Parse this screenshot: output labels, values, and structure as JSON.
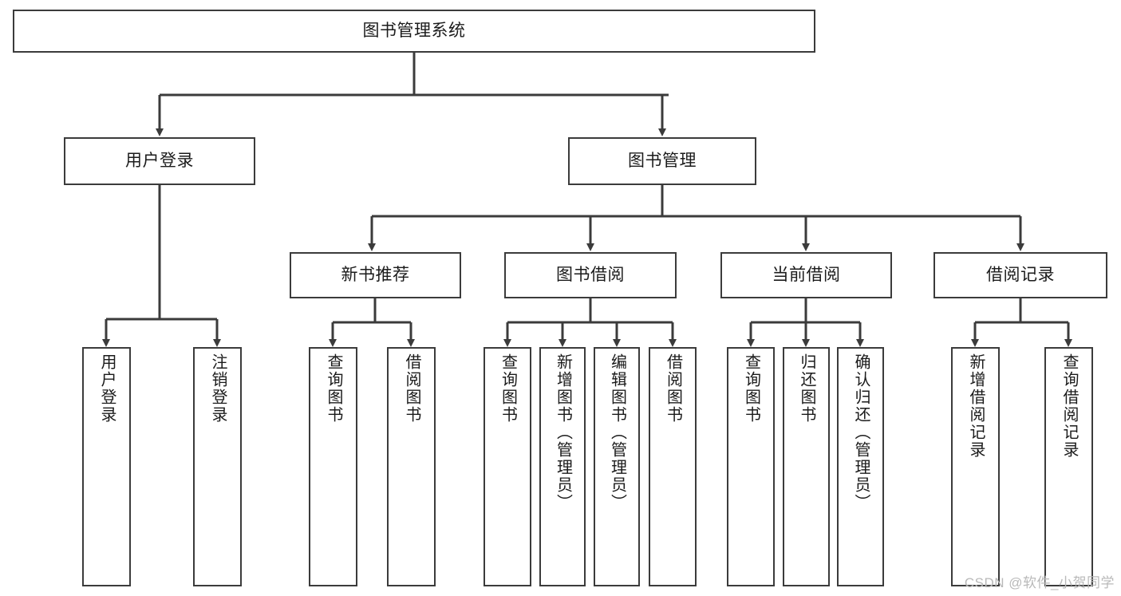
{
  "diagram": {
    "title_node": {
      "label": "图书管理系统"
    },
    "level2": [
      {
        "id": "user-login",
        "label": "用户登录"
      },
      {
        "id": "book-management",
        "label": "图书管理"
      }
    ],
    "level3": [
      {
        "id": "new-book-recommend",
        "label": "新书推荐"
      },
      {
        "id": "book-borrow",
        "label": "图书借阅"
      },
      {
        "id": "current-borrow",
        "label": "当前借阅"
      },
      {
        "id": "borrow-record",
        "label": "借阅记录"
      }
    ],
    "leaves": {
      "user_login": [
        {
          "id": "leaf-user-login",
          "label": "用户登录"
        },
        {
          "id": "leaf-logout-login",
          "label": "注销登录"
        }
      ],
      "new_book_recommend": [
        {
          "id": "leaf-query-book-1",
          "label": "查询图书"
        },
        {
          "id": "leaf-borrow-book-1",
          "label": "借阅图书"
        }
      ],
      "book_borrow": [
        {
          "id": "leaf-query-book-2",
          "label": "查询图书"
        },
        {
          "id": "leaf-add-book",
          "label": "新增图书（管理员）"
        },
        {
          "id": "leaf-edit-book",
          "label": "编辑图书（管理员）"
        },
        {
          "id": "leaf-borrow-book-2",
          "label": "借阅图书"
        }
      ],
      "current_borrow": [
        {
          "id": "leaf-query-book-3",
          "label": "查询图书"
        },
        {
          "id": "leaf-return-book",
          "label": "归还图书"
        },
        {
          "id": "leaf-confirm-return",
          "label": "确认归还（管理员）"
        }
      ],
      "borrow_record": [
        {
          "id": "leaf-add-record",
          "label": "新增借阅记录"
        },
        {
          "id": "leaf-query-record",
          "label": "查询借阅记录"
        }
      ]
    }
  },
  "watermark": {
    "text": "CSDN @软件_小贺同学"
  },
  "colors": {
    "border": "#3b3b3b",
    "background": "#ffffff",
    "text": "#1b1b1b",
    "watermark": "#b9b9b9"
  }
}
